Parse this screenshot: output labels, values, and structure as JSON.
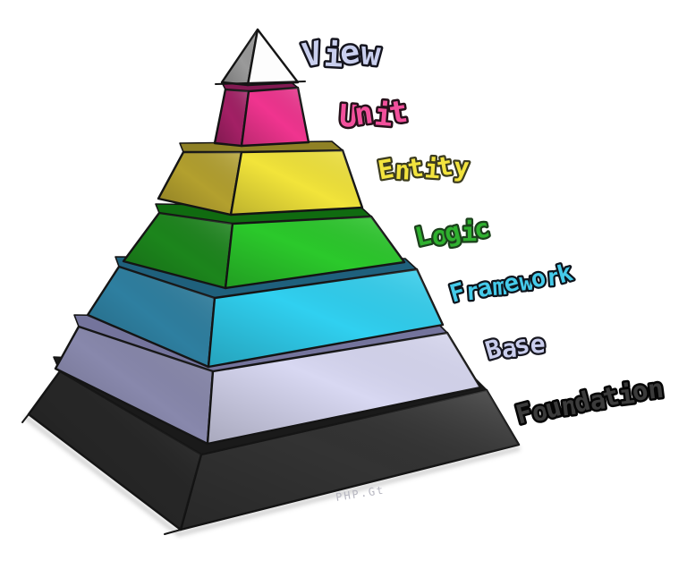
{
  "background": "#ffffff",
  "outline_color": "#151515",
  "watermark": {
    "text": "PHP.Gt",
    "color": "#b6b6c0"
  },
  "layers": [
    {
      "name": "view",
      "label": "View",
      "front": "#fdfdfd",
      "side": "#9a9a9a",
      "top": "#8a8a8a",
      "label_fill": "#c9cfee",
      "label_stroke": "#15151f"
    },
    {
      "name": "unit",
      "label": "Unit",
      "front": "#f0348f",
      "side": "#a32065",
      "top": "#821a52",
      "label_fill": "#f2509c",
      "label_stroke": "#26111a"
    },
    {
      "name": "entity",
      "label": "Entity",
      "front": "#f2e43a",
      "side": "#b3a02e",
      "top": "#8f8126",
      "label_fill": "#f2e33e",
      "label_stroke": "#3c3c20"
    },
    {
      "name": "logic",
      "label": "Logic",
      "front": "#2bc92b",
      "side": "#1c851c",
      "top": "#106b10",
      "label_fill": "#2fb02f",
      "label_stroke": "#1c401c"
    },
    {
      "name": "framework",
      "label": "Framework",
      "front": "#30d0f0",
      "side": "#2e7fa0",
      "top": "#1f607c",
      "label_fill": "#45cbea",
      "label_stroke": "#0e141c"
    },
    {
      "name": "base",
      "label": "Base",
      "front": "#d8d8f2",
      "side": "#8888ac",
      "top": "#74749c",
      "label_fill": "#c9cdec",
      "label_stroke": "#16161f"
    },
    {
      "name": "foundation",
      "label": "Foundation",
      "front": "#333333",
      "side": "#262626",
      "top": "#1a1a1a",
      "label_fill": "#3b3b3b",
      "label_stroke": "#050505"
    }
  ]
}
